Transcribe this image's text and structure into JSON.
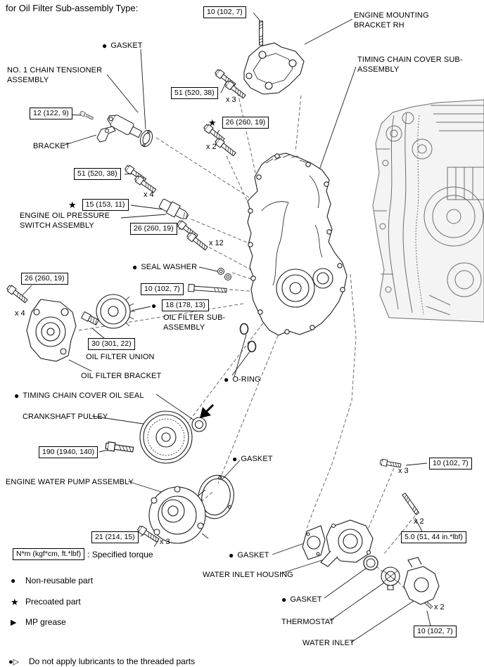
{
  "header": {
    "title": "for Oil Filter Sub-assembly Type:"
  },
  "torques": [
    {
      "value": "10 (102, 7)"
    },
    {
      "value": "51 (520, 38)",
      "qty": "x 3"
    },
    {
      "value": "12 (122, 9)"
    },
    {
      "value": "26 (260, 19)",
      "qty": "x 2",
      "star": "★"
    },
    {
      "value": "51 (520, 38)",
      "qty": "x 4"
    },
    {
      "value": "15 (153, 11)",
      "star": "★"
    },
    {
      "value": "26 (260, 19)",
      "qty": "x 12"
    },
    {
      "value": "26 (260, 19)",
      "qty": "x 4"
    },
    {
      "value": "10 (102, 7)"
    },
    {
      "value": "18 (178, 13)",
      "dot": "●"
    },
    {
      "value": "30 (301, 22)"
    },
    {
      "value": "190 (1940, 140)"
    },
    {
      "value": "10 (102, 7)",
      "qty": "x 3"
    },
    {
      "value": "5.0 (51, 44 in.*lbf)",
      "qty": "x 2"
    },
    {
      "value": "21 (214, 15)",
      "qty": "x 3"
    },
    {
      "value": "10 (102, 7)",
      "qty": "x 2"
    }
  ],
  "labels": [
    {
      "text": "ENGINE MOUNTING BRACKET RH"
    },
    {
      "marker": "●",
      "text": "GASKET"
    },
    {
      "text": "TIMING CHAIN COVER SUB-ASSEMBLY"
    },
    {
      "text": "NO. 1 CHAIN TENSIONER ASSEMBLY"
    },
    {
      "text": "BRACKET"
    },
    {
      "text": "ENGINE OIL PRESSURE SWITCH ASSEMBLY"
    },
    {
      "marker": "●",
      "text": "SEAL WASHER"
    },
    {
      "text": "OIL FILTER SUB-ASSEMBLY"
    },
    {
      "text": "OIL FILTER UNION"
    },
    {
      "text": "OIL FILTER BRACKET"
    },
    {
      "marker": "●",
      "text": "O-RING"
    },
    {
      "marker": "●",
      "text": "TIMING CHAIN COVER OIL SEAL"
    },
    {
      "text": "CRANKSHAFT PULLEY"
    },
    {
      "marker": "●",
      "text": "GASKET"
    },
    {
      "text": "ENGINE WATER PUMP ASSEMBLY"
    },
    {
      "marker": "●",
      "text": "GASKET"
    },
    {
      "text": "WATER INLET HOUSING"
    },
    {
      "marker": "●",
      "text": "GASKET"
    },
    {
      "text": "THERMOSTAT"
    },
    {
      "text": "WATER INLET"
    }
  ],
  "legend": {
    "torque_box": "N*m (kgf*cm, ft.*lbf)",
    "torque_desc": ": Specified torque",
    "items": [
      {
        "icon": "●",
        "text": "Non-reusable part"
      },
      {
        "icon": "★",
        "text": "Precoated part"
      },
      {
        "icon": "▶",
        "text": "MP grease"
      },
      {
        "icon": "●▷",
        "text": "Do not apply lubricants to the threaded parts"
      }
    ]
  }
}
